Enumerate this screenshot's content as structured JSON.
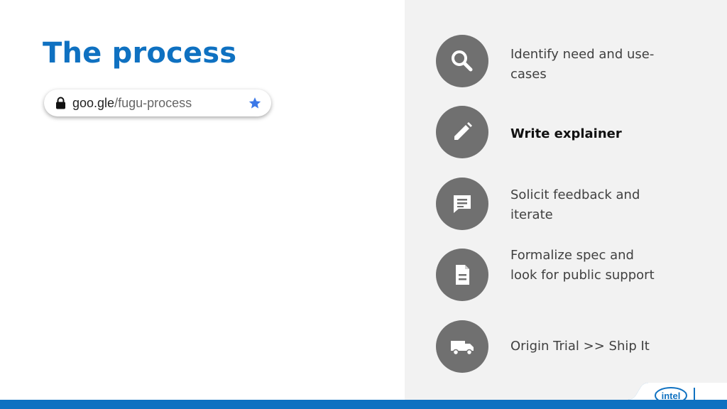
{
  "slide": {
    "title": "The process",
    "url": {
      "domain": "goo.gle",
      "path": "/fugu-process"
    },
    "steps": [
      {
        "icon": "search-icon",
        "label": "Identify need and use-cases",
        "active": false
      },
      {
        "icon": "pencil-icon",
        "label": "Write explainer",
        "active": true
      },
      {
        "icon": "comment-icon",
        "label": "Solicit feedback and iterate",
        "active": false
      },
      {
        "icon": "document-icon",
        "label": "Formalize spec and look for public support",
        "active": false
      },
      {
        "icon": "truck-icon",
        "label": "Origin Trial >> Ship It",
        "active": false
      }
    ],
    "logo": "intel",
    "colors": {
      "accent": "#0f71c1",
      "panel": "#f2f2f2",
      "icon_circle": "#707070"
    }
  }
}
